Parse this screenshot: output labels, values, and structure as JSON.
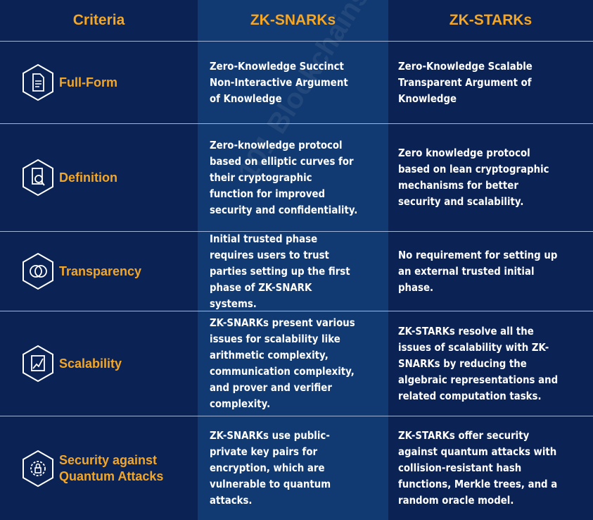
{
  "header": {
    "criteria": "Criteria",
    "snarks": "ZK-SNARKs",
    "starks": "ZK-STARKs"
  },
  "rows": [
    {
      "criteria": "Full-Form",
      "icon": "document-icon",
      "snarks": "Zero-Knowledge Succinct Non-Interactive Argument of Knowledge",
      "starks": "Zero-Knowledge Scalable Transparent Argument of Knowledge"
    },
    {
      "criteria": "Definition",
      "icon": "magnifier-document-icon",
      "snarks": "Zero-knowledge protocol based on elliptic curves for their cryptographic function for improved security and confidentiality.",
      "starks": "Zero knowledge protocol based on lean cryptographic mechanisms for better security and scalability."
    },
    {
      "criteria": "Transparency",
      "icon": "overlap-circles-icon",
      "snarks": "Initial trusted phase requires users to trust parties setting up the first phase of ZK-SNARK systems.",
      "starks": "No requirement for setting up an external trusted initial phase."
    },
    {
      "criteria": "Scalability",
      "icon": "growth-chart-icon",
      "snarks": "ZK-SNARKs present various issues for scalability like arithmetic complexity, communication complexity, and prover and verifier complexity.",
      "starks": "ZK-STARKs resolve all the issues of scalability with ZK-SNARKs by reducing the algebraic representations and related computation tasks."
    },
    {
      "criteria": "Security against Quantum Attacks",
      "icon": "shield-lock-icon",
      "snarks": "ZK-SNARKs use public-private key pairs for encryption, which are vulnerable to quantum attacks.",
      "starks": "ZK-STARKs offer security against quantum attacks with collision-resistant hash functions, Merkle trees, and a random oracle model."
    }
  ],
  "watermark": "101 Blockchains",
  "colors": {
    "accent": "#f5a623",
    "dark": "#0b2254",
    "mid": "#123a72"
  }
}
